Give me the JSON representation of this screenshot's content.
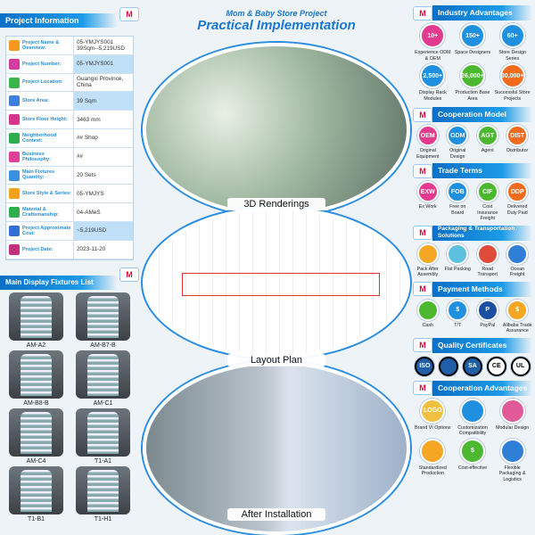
{
  "project_info": {
    "title": "Project Information",
    "rows": [
      {
        "k": "Project Name & Overview:",
        "v": "05-YMJYS001 39Sqm--5,219USD",
        "c": "#f39a1e"
      },
      {
        "k": "Project Number:",
        "v": "05-YMJYS001",
        "c": "#d63aa0",
        "hl": true
      },
      {
        "k": "Project Location:",
        "v": "Guangxi Province, China",
        "c": "#3bb54a"
      },
      {
        "k": "Store Area:",
        "v": "39 Sqm",
        "c": "#3f7fe0",
        "hl": true
      },
      {
        "k": "Store Floor Height:",
        "v": "3463 mm",
        "c": "#d6338a"
      },
      {
        "k": "Neighborhood Context:",
        "v": "## Shop",
        "c": "#2fae4e"
      },
      {
        "k": "Business Philosophy:",
        "v": "##",
        "c": "#e0409a"
      },
      {
        "k": "Main Fixtures Quantity:",
        "v": "20 Sets",
        "c": "#3a8fe0"
      },
      {
        "k": "Store Style & Series:",
        "v": "05-YMJYS",
        "c": "#f5a21a"
      },
      {
        "k": "Material & Craftsmanship:",
        "v": "04-AMeS",
        "c": "#2fae4e"
      },
      {
        "k": "Project Approximate Cost:",
        "v": "~5,219USD",
        "c": "#2f6fd6",
        "hl": true
      },
      {
        "k": "Project Date:",
        "v": "2023-11-20",
        "c": "#c3307a"
      }
    ]
  },
  "fixtures": {
    "title": "Main Display Fixtures List",
    "items": [
      "AM-A2",
      "AM-B7-B",
      "AM-B8-B",
      "AM-C1",
      "AM-C4",
      "T1-A1",
      "T1-B1",
      "T1-H1"
    ]
  },
  "center": {
    "subtitle": "Mom & Baby Store Project",
    "title": "Practical Implementation",
    "renderings": "3D Renderings",
    "layout": "Layout Plan",
    "install": "After Installation"
  },
  "industry": {
    "title": "Industry Advantages",
    "items": [
      {
        "n": "10+",
        "l": "Experience ODM & OEM",
        "c": "#e23a8e"
      },
      {
        "n": "150+",
        "l": "Space Designers",
        "c": "#1f8fe0"
      },
      {
        "n": "60+",
        "l": "Store Design Series",
        "c": "#1f8fe0"
      },
      {
        "n": "2,500+",
        "l": "Display Rack Modules",
        "c": "#1f8fe0"
      },
      {
        "n": "26,000+",
        "l": "Production Base Area",
        "c": "#4cb830"
      },
      {
        "n": "30,000+",
        "l": "Successful Store Projects",
        "c": "#f26b1d"
      }
    ]
  },
  "cooperation_model": {
    "title": "Cooperation Model",
    "items": [
      {
        "n": "OEM",
        "l": "Original Equipment",
        "c": "#e23a8e"
      },
      {
        "n": "ODM",
        "l": "Original Design",
        "c": "#1f8fe0"
      },
      {
        "n": "AGT",
        "l": "Agent",
        "c": "#4cb830"
      },
      {
        "n": "DIST",
        "l": "Distributor",
        "c": "#f26b1d"
      }
    ]
  },
  "trade_terms": {
    "title": "Trade Terms",
    "items": [
      {
        "n": "EXW",
        "l": "Ex Work",
        "c": "#e23a8e"
      },
      {
        "n": "FOB",
        "l": "Free on Board",
        "c": "#1f8fe0"
      },
      {
        "n": "CIF",
        "l": "Cost Insurance Freight",
        "c": "#4cb830"
      },
      {
        "n": "DDP",
        "l": "Delivered Duty Paid",
        "c": "#f26b1d"
      }
    ]
  },
  "packaging": {
    "title": "Packaging & Transportation Solutions",
    "items": [
      {
        "n": "",
        "l": "Pack After Assembly",
        "c": "#f5a623"
      },
      {
        "n": "",
        "l": "Flat Packing",
        "c": "#5bc0de"
      },
      {
        "n": "",
        "l": "Road Transport",
        "c": "#e04a3a"
      },
      {
        "n": "",
        "l": "Ocean Freight",
        "c": "#2f7fd6"
      }
    ]
  },
  "payment": {
    "title": "Payment Methods",
    "items": [
      {
        "n": "",
        "l": "Cash",
        "c": "#4cb830"
      },
      {
        "n": "$",
        "l": "T/T",
        "c": "#1f8fe0"
      },
      {
        "n": "P",
        "l": "PayPal",
        "c": "#1b4fa0"
      },
      {
        "n": "$",
        "l": "Alibaba Trade Assurance",
        "c": "#f5a623"
      }
    ]
  },
  "certificates": {
    "title": "Quality Certificates",
    "items": [
      "ISO",
      "",
      "SA",
      "CE",
      "UL"
    ]
  },
  "coop_adv": {
    "title": "Cooperation Advantages",
    "items": [
      {
        "n": "LOGO",
        "l": "Brand VI Options",
        "c": "#f0c040"
      },
      {
        "n": "",
        "l": "Customization Compatibility",
        "c": "#1f8fe0"
      },
      {
        "n": "",
        "l": "Modular Design",
        "c": "#e05a9a"
      },
      {
        "n": "",
        "l": "Standardized Production",
        "c": "#f5a623"
      },
      {
        "n": "$",
        "l": "Cost-effective",
        "c": "#4cb830"
      },
      {
        "n": "",
        "l": "Flexible Packaging & Logistics",
        "c": "#2f7fd6"
      }
    ]
  }
}
